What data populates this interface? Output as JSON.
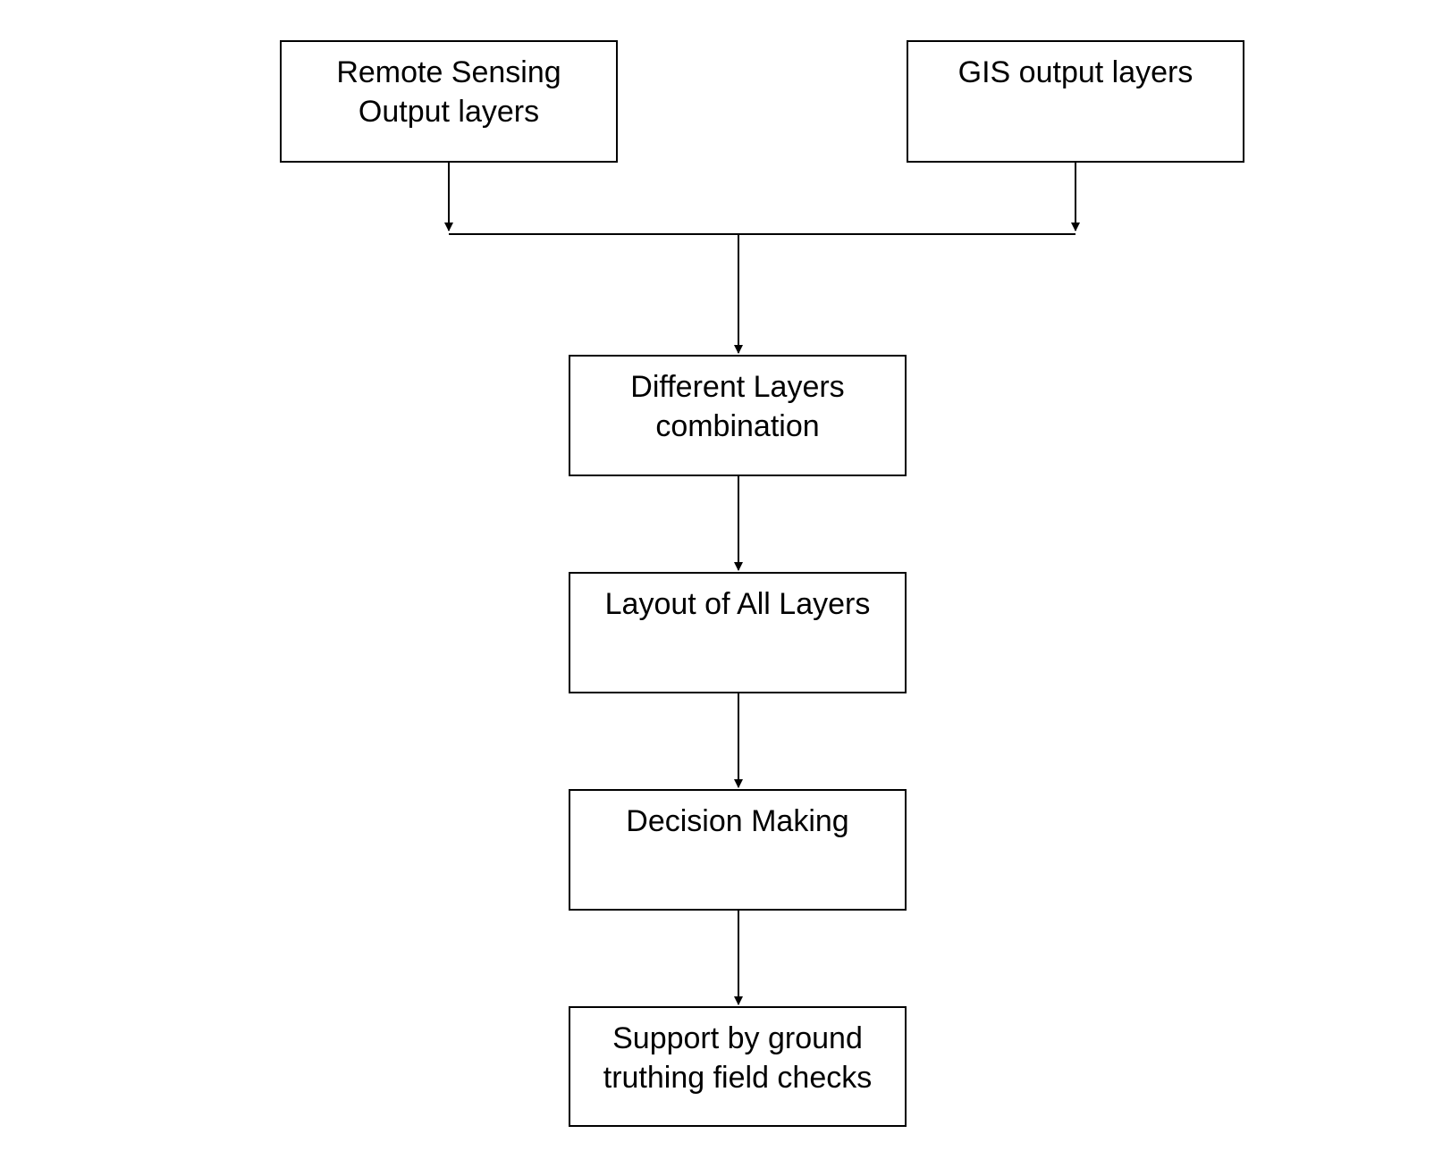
{
  "diagram": {
    "nodes": {
      "remote_sensing": {
        "line1": "Remote Sensing",
        "line2": "Output layers"
      },
      "gis": {
        "line1": "GIS output layers"
      },
      "combination": {
        "line1": "Different Layers",
        "line2": "combination"
      },
      "layout": {
        "line1": "Layout of All Layers"
      },
      "decision": {
        "line1": "Decision Making"
      },
      "support": {
        "line1": "Support by ground",
        "line2": "truthing field checks"
      }
    },
    "edges": [
      {
        "from": "remote_sensing",
        "to": "merge"
      },
      {
        "from": "gis",
        "to": "merge"
      },
      {
        "from": "merge",
        "to": "combination"
      },
      {
        "from": "combination",
        "to": "layout"
      },
      {
        "from": "layout",
        "to": "decision"
      },
      {
        "from": "decision",
        "to": "support"
      }
    ],
    "colors": {
      "stroke": "#000000",
      "fill": "#ffffff",
      "text": "#000000"
    }
  }
}
